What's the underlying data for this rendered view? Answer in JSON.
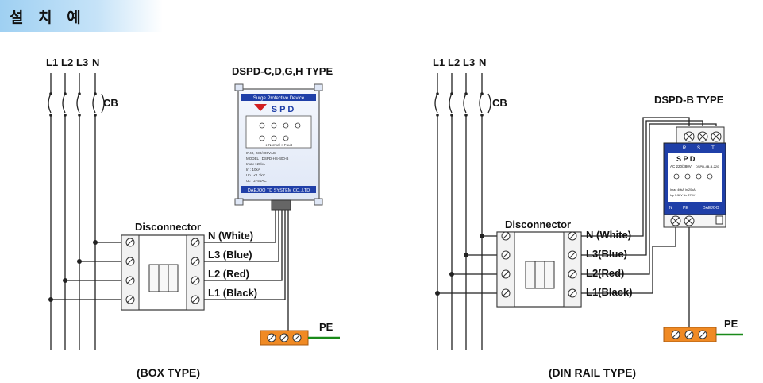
{
  "header": {
    "title": "설 치 예"
  },
  "colors": {
    "header_bg": "#9fd0f2",
    "terminal_orange": "#f08a24",
    "pe_wire": "#1a8a1a",
    "spd_blue": "#1f3fa8",
    "spd_body": "#eef3fb"
  },
  "left": {
    "phases": [
      "L1",
      "L2",
      "L3",
      "N"
    ],
    "cb_label": "CB",
    "device_title": "DSPD-C,D,G,H TYPE",
    "disconnector_label": "Disconnector",
    "wires": [
      "N (White)",
      "L3 (Blue)",
      "L2 (Red)",
      "L1 (Black)"
    ],
    "pe_label": "PE",
    "caption": "(BOX TYPE)",
    "spd": {
      "banner": "Surge Protective Device",
      "name": "S P D",
      "footer": "DAEJOO TD SYSTEM CO.,LTD",
      "status": "● Normal   ○ Fault",
      "spec_lines": [
        "IP40, 230/400VAC",
        "MODEL : DSPD-HS-400-B",
        "Imax : 20kA",
        "In : 10kA",
        "Up : <1.2kV",
        "Uc : 275VAC"
      ]
    }
  },
  "right": {
    "phases": [
      "L1",
      "L2",
      "L3",
      "N"
    ],
    "cb_label": "CB",
    "device_title": "DSPD-B TYPE",
    "disconnector_label": "Disconnector",
    "wires": [
      "N (White)",
      "L3(Blue)",
      "L2(Red)",
      "L1(Black)"
    ],
    "pe_label": "PE",
    "caption": "(DIN  RAIL TYPE)",
    "spd": {
      "top_terminals": [
        "R",
        "S",
        "T"
      ],
      "name": "S P D",
      "voltage": "AC 220/380V",
      "model": "DSPD-4B-B-220",
      "bottom": [
        "N",
        "PE",
        "DAEJOO"
      ],
      "spec_lines": [
        "Imax 40kA  In 20kA",
        "Up 1.5kV  Uc 275V"
      ]
    }
  }
}
